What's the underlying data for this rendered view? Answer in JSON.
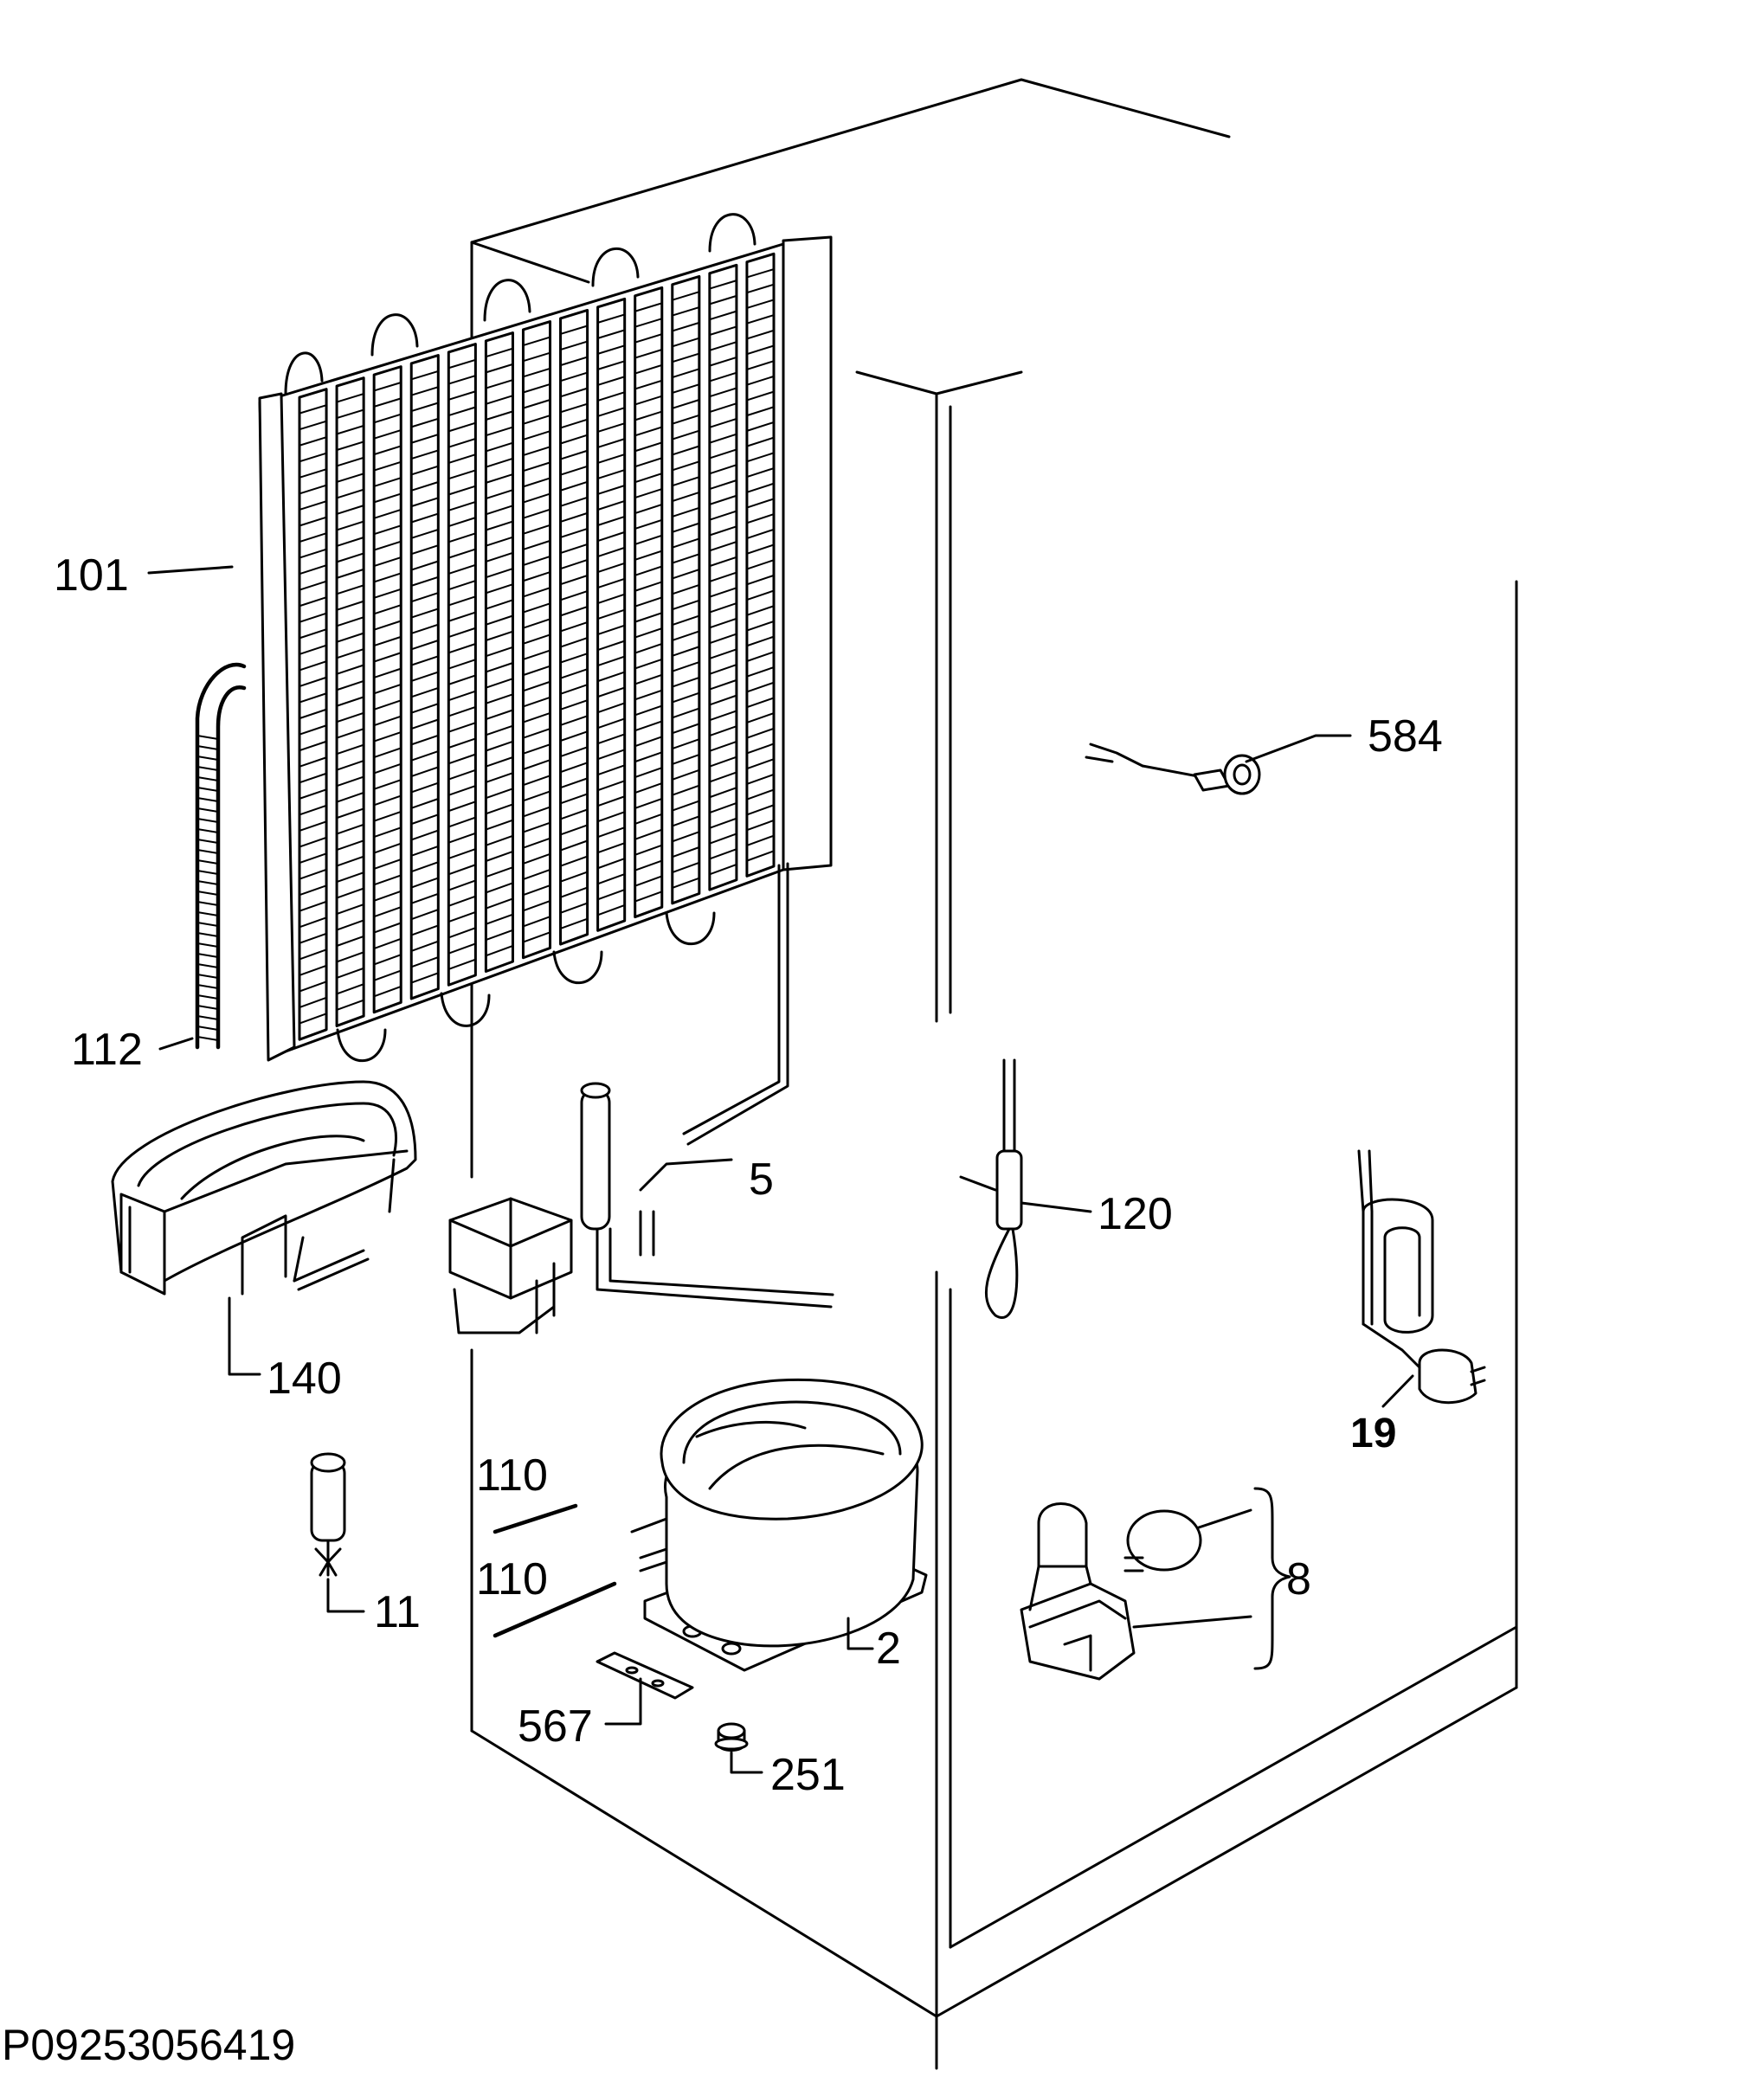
{
  "diagram": {
    "document_id": "P09253056419",
    "callouts": {
      "condenser": "101",
      "drain_hose": "112",
      "drip_tray": "140",
      "filter_drier": "5",
      "thermostat_probe": "120",
      "thermal_fuse": "584",
      "power_cord": "19",
      "heater_element": "11",
      "tube_upper": "110",
      "tube_lower": "110",
      "relay_group": "8",
      "compressor": "2",
      "mounting_plate": "567",
      "grommet": "251"
    }
  }
}
